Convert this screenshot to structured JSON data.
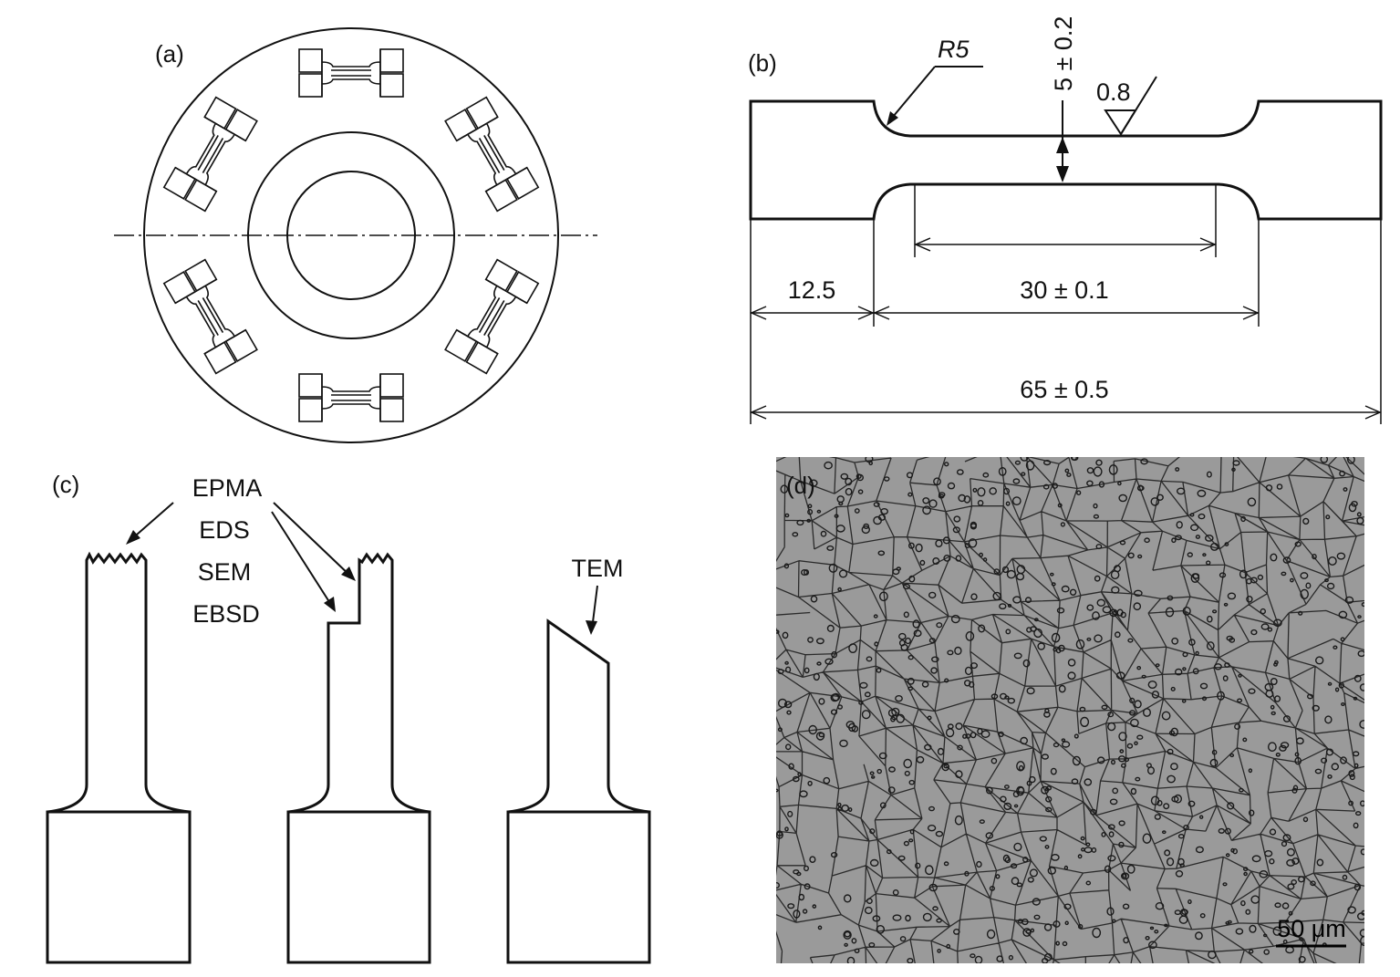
{
  "panels": {
    "a": {
      "label": "(a)"
    },
    "b": {
      "label": "(b)",
      "radius_note": "R5",
      "width_dim": "5 ± 0.2",
      "roughness": "0.8",
      "grip_dim": "12.5",
      "gauge_dim": "30 ± 0.1",
      "total_dim": "65 ± 0.5"
    },
    "c": {
      "label": "(c)",
      "techniques": [
        "EPMA",
        "EDS",
        "SEM",
        "EBSD"
      ],
      "tem": "TEM"
    },
    "d": {
      "label": "(d)",
      "scale_bar": "50 μm",
      "background_color": "#9a9a9a",
      "grain_boundary_color": "#2a2a2a"
    }
  }
}
